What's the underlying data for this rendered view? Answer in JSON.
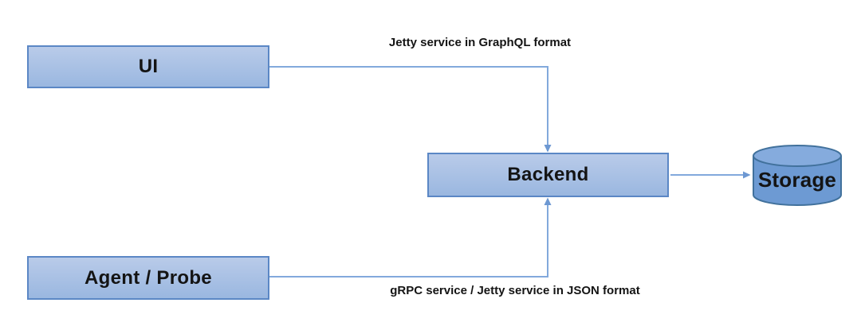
{
  "diagram": {
    "nodes": {
      "ui": {
        "label": "UI"
      },
      "agent_probe": {
        "label": "Agent / Probe"
      },
      "backend": {
        "label": "Backend"
      },
      "storage": {
        "label": "Storage"
      }
    },
    "edges": {
      "ui_to_backend": {
        "label": "Jetty service in GraphQL format"
      },
      "agent_to_backend": {
        "label": "gRPC service / Jetty service in JSON format"
      },
      "backend_to_storage": {
        "label": ""
      }
    },
    "colors": {
      "node_fill_top": "#b9cbe9",
      "node_fill_bottom": "#9ab7e0",
      "node_border": "#5b87c5",
      "connector_line": "#82a9dc",
      "arrowhead": "#6d98d2",
      "cylinder_body": "#6d9ad3",
      "cylinder_top": "#85abdd",
      "cylinder_border": "#41719c",
      "text": "#141414",
      "background": "#ffffff"
    }
  }
}
